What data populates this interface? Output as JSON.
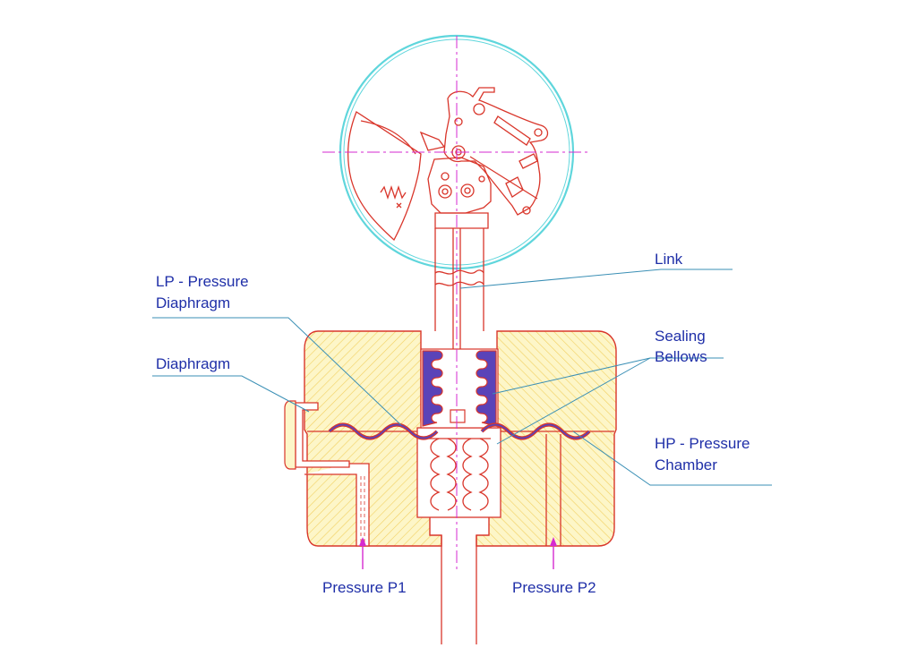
{
  "labels": {
    "link": "Link",
    "lp_line1": "LP - Pressure",
    "lp_line2": "Diaphragm",
    "diaphragm": "Diaphragm",
    "sealing_line1": "Sealing",
    "sealing_line2": "Bellows",
    "hp_line1": "HP - Pressure",
    "hp_line2": "Chamber",
    "pressure_p1": "Pressure P1",
    "pressure_p2": "Pressure P2"
  },
  "colors": {
    "outline": "#d9362b",
    "body_fill": "#fdf6c8",
    "hatch": "#f2d060",
    "gauge_ring": "#5fd6dc",
    "bellows": "#5a43b8",
    "label_text": "#1f2fa8",
    "leader": "#3a8fb5",
    "centerline": "#d62ad0"
  }
}
